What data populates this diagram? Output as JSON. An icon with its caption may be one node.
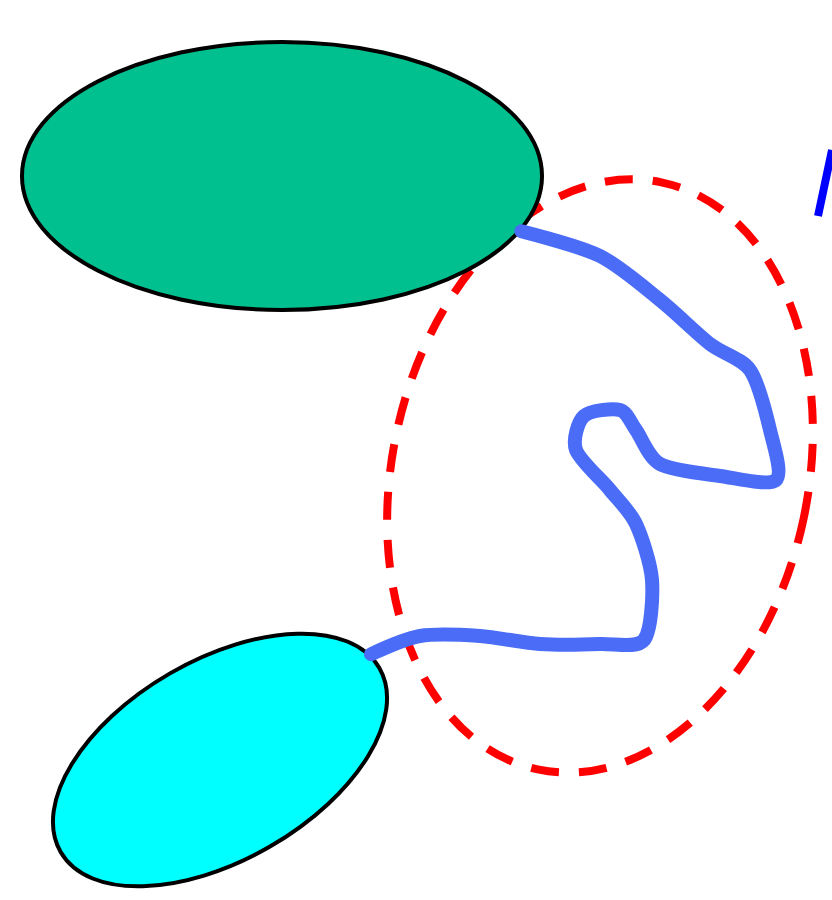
{
  "diagram": {
    "nodes": [
      {
        "text": [],
        "shape": "ellipse"
      },
      {
        "text": [],
        "shape": "ellipse"
      }
    ],
    "edges": [
      {
        "from": 0,
        "to": 1,
        "arrow": "none"
      }
    ]
  }
}
